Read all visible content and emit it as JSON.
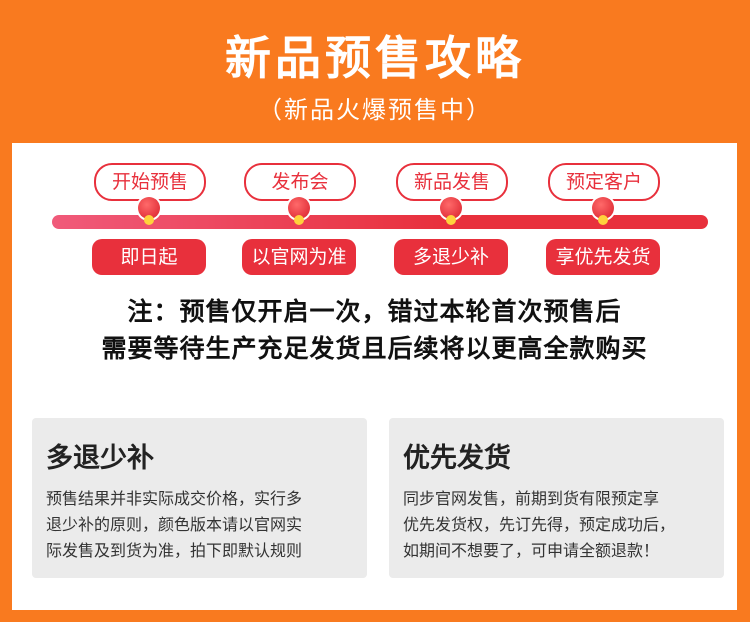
{
  "header": {
    "title": "新品预售攻略",
    "subtitle": "（新品火爆预售中）"
  },
  "timeline": {
    "steps": [
      {
        "label": "开始预售",
        "badge": "即日起"
      },
      {
        "label": "发布会",
        "badge": "以官网为准"
      },
      {
        "label": "新品发售",
        "badge": "多退少补"
      },
      {
        "label": "预定客户",
        "badge": "享优先发货"
      }
    ]
  },
  "note": {
    "line1": "注：预售仅开启一次，错过本轮首次预售后",
    "line2": "需要等待生产充足发货且后续将以更高全款购买"
  },
  "boxes": [
    {
      "title": "多退少补",
      "lines": [
        "预售结果并非实际成交价格，实行多",
        "退少补的原则，颜色版本请以官网实",
        "际发售及到货为准，拍下即默认规则"
      ]
    },
    {
      "title": "优先发货",
      "lines": [
        "同步官网发售，前期到货有限预定享",
        "优先发货权，先订先得，预定成功后，",
        "如期间不想要了，可申请全额退款！"
      ]
    }
  ],
  "colors": {
    "background": "#f97a1f",
    "accent": "#e8303c",
    "card": "#ffffff",
    "box": "#ebebeb"
  }
}
